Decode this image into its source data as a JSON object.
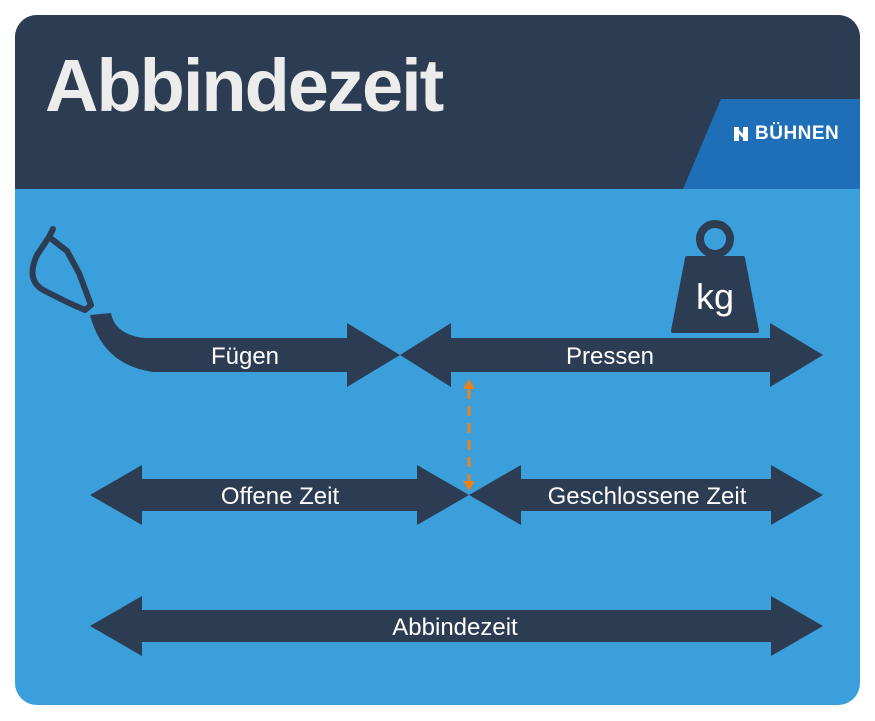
{
  "title": "Abbindezeit",
  "brand": {
    "name": "BÜHNEN"
  },
  "weight_unit": "kg",
  "arrows": {
    "fuegen": "Fügen",
    "pressen": "Pressen",
    "offene_zeit": "Offene Zeit",
    "geschlossene_zeit": "Geschlossene Zeit",
    "abbindezeit": "Abbindezeit"
  },
  "colors": {
    "header": "#2c3c52",
    "background": "#3a9fdb",
    "arrow": "#2c3c52",
    "title_text": "#ececec",
    "brand_band": "#1e6fb8",
    "connector": "#e8821c"
  }
}
